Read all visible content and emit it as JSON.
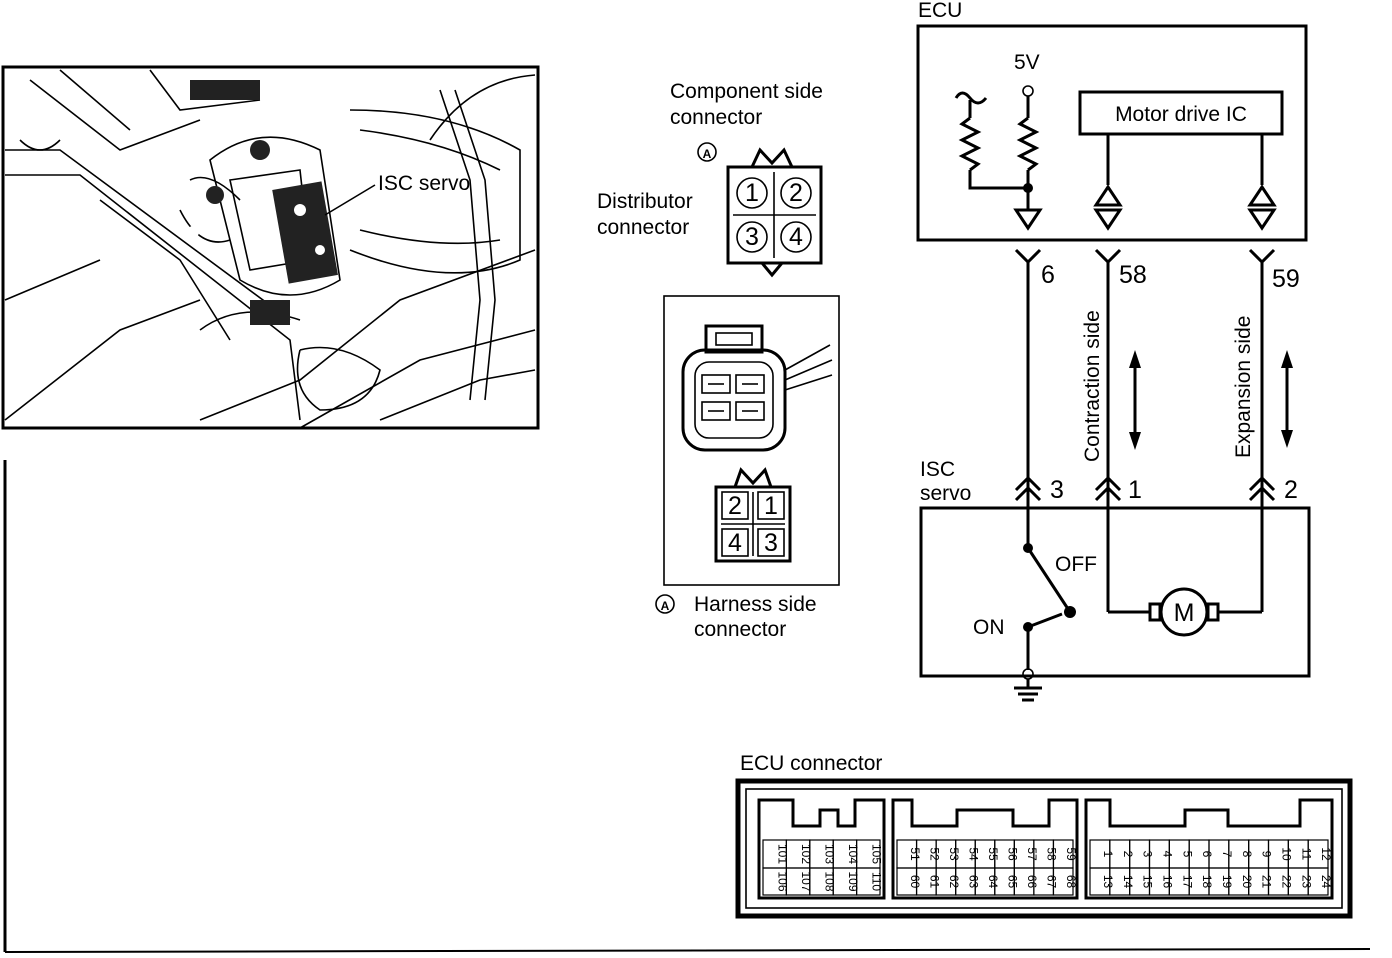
{
  "photo": {
    "servo_label": "ISC servo"
  },
  "component_connector": {
    "title_line1": "Component side",
    "title_line2": "connector",
    "marker": "A",
    "side_label_line1": "Distributor",
    "side_label_line2": "connector",
    "pins": [
      "1",
      "2",
      "3",
      "4"
    ]
  },
  "harness_connector": {
    "marker": "A",
    "label_line1": "Harness side",
    "label_line2": "connector",
    "pins": [
      "2",
      "1",
      "4",
      "3"
    ]
  },
  "ecu": {
    "label": "ECU",
    "voltage": "5V",
    "ic_label": "Motor drive IC",
    "terminals": [
      "6",
      "58",
      "59"
    ]
  },
  "wires": {
    "contraction_label": "Contraction side",
    "expansion_label": "Expansion side"
  },
  "isc_servo": {
    "label_line1": "ISC",
    "label_line2": "servo",
    "terminals": [
      "3",
      "1",
      "2"
    ],
    "switch_off": "OFF",
    "switch_on": "ON",
    "motor": "M"
  },
  "ecu_connector": {
    "title": "ECU connector",
    "group1_top": [
      "101",
      "102",
      "103",
      "104",
      "105"
    ],
    "group1_bottom": [
      "106",
      "107",
      "108",
      "109",
      "110"
    ],
    "group2_top": [
      "51",
      "52",
      "53",
      "54",
      "55",
      "56",
      "57",
      "58",
      "59"
    ],
    "group2_bottom": [
      "60",
      "61",
      "62",
      "63",
      "64",
      "65",
      "66",
      "67",
      "68"
    ],
    "group3_top": [
      "1",
      "2",
      "3",
      "4",
      "5",
      "6",
      "7",
      "8",
      "9",
      "10",
      "11",
      "12"
    ],
    "group3_bottom": [
      "13",
      "14",
      "15",
      "16",
      "17",
      "18",
      "19",
      "20",
      "21",
      "22",
      "23",
      "24"
    ]
  }
}
